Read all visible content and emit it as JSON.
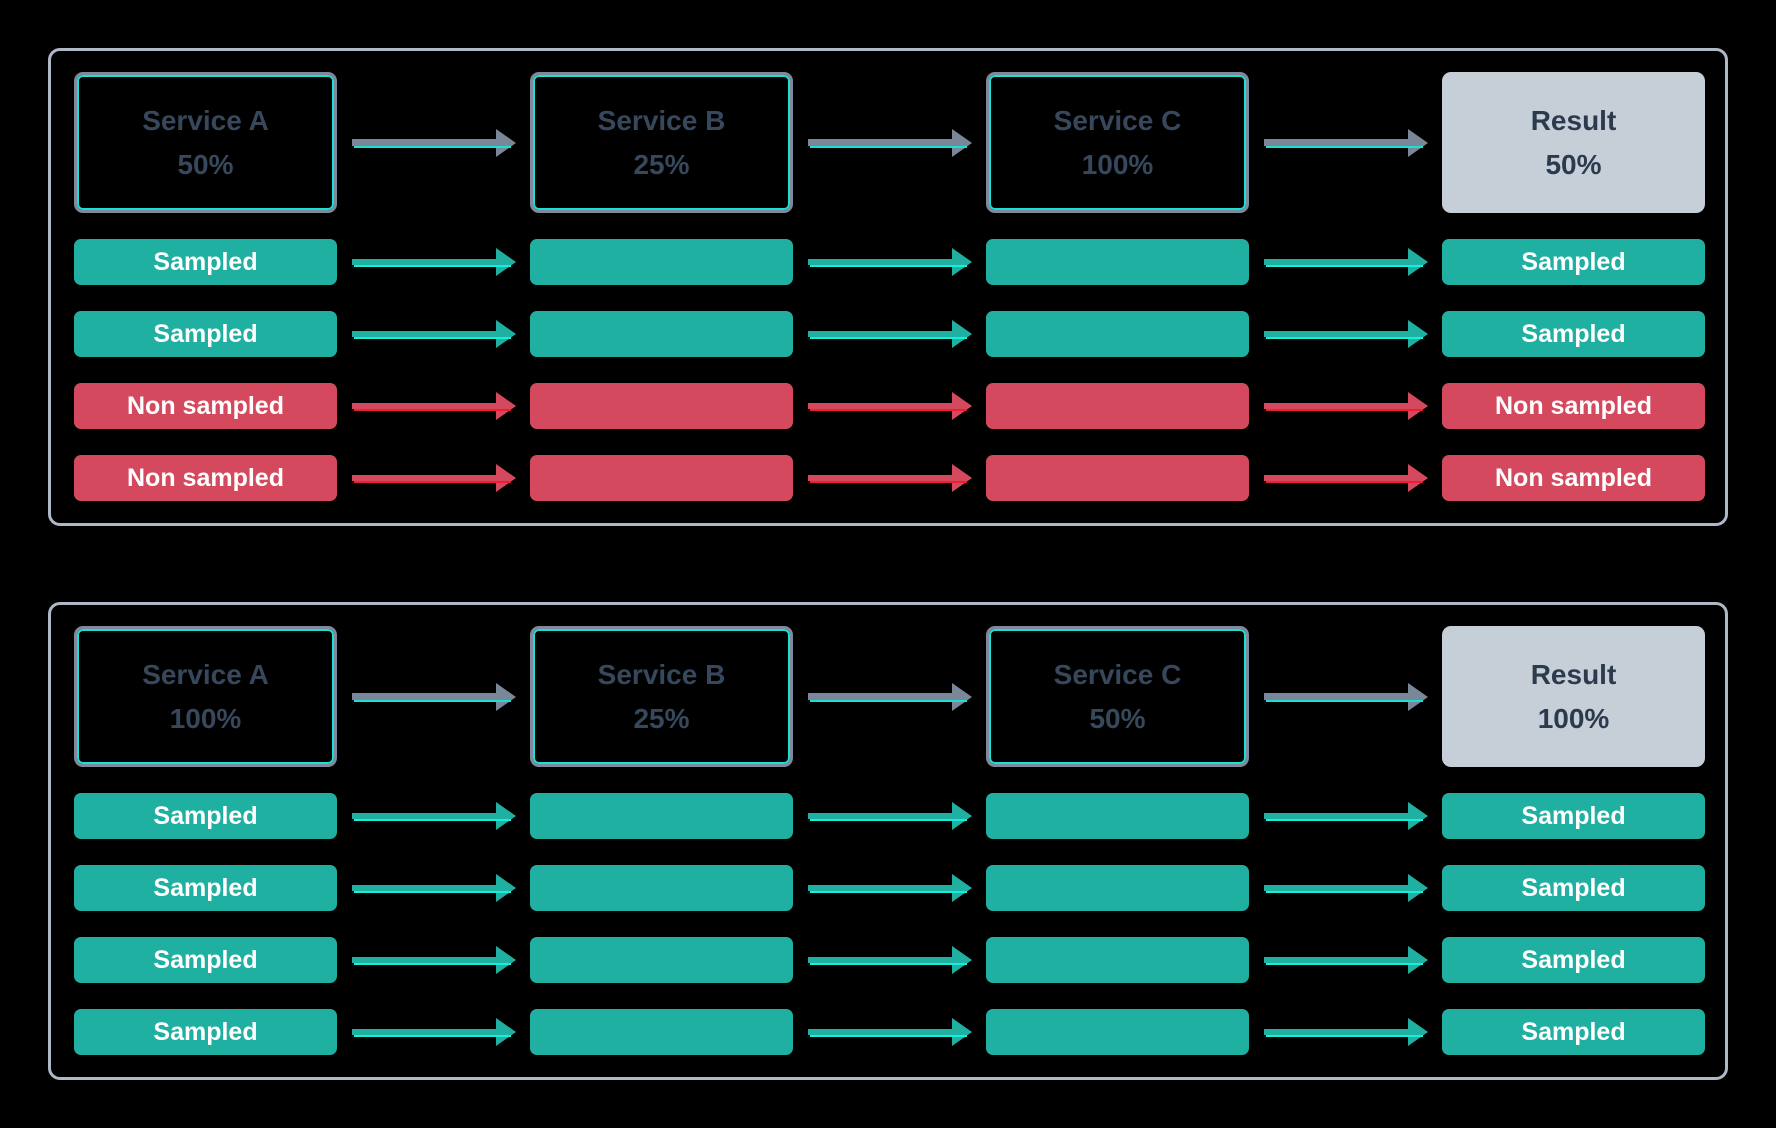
{
  "colors": {
    "background": "#000000",
    "panel_border": "#AEB8C6",
    "service_box_border": "#7E8A9B",
    "service_box_text": "#37485C",
    "accent_teal": "#19E0D2",
    "accent_teal_bright": "#15EFDC",
    "accent_red": "#EF1E31",
    "arrow_gray": "#7A8798",
    "sampled": "#20B0A2",
    "non_sampled": "#D4495E",
    "result_bg": "#C6CFD8",
    "result_text": "#2B3A4D",
    "row_text": "#FFFFFF"
  },
  "panels": [
    {
      "services": [
        {
          "name": "Service A",
          "rate": "50%"
        },
        {
          "name": "Service B",
          "rate": "25%"
        },
        {
          "name": "Service C",
          "rate": "100%"
        }
      ],
      "result": {
        "name": "Result",
        "rate": "50%"
      },
      "rows": [
        {
          "label": "Sampled",
          "status": "sampled"
        },
        {
          "label": "Sampled",
          "status": "sampled"
        },
        {
          "label": "Non sampled",
          "status": "non-sampled"
        },
        {
          "label": "Non sampled",
          "status": "non-sampled"
        }
      ]
    },
    {
      "services": [
        {
          "name": "Service A",
          "rate": "100%"
        },
        {
          "name": "Service B",
          "rate": "25%"
        },
        {
          "name": "Service C",
          "rate": "50%"
        }
      ],
      "result": {
        "name": "Result",
        "rate": "100%"
      },
      "rows": [
        {
          "label": "Sampled",
          "status": "sampled"
        },
        {
          "label": "Sampled",
          "status": "sampled"
        },
        {
          "label": "Sampled",
          "status": "sampled"
        },
        {
          "label": "Sampled",
          "status": "sampled"
        }
      ]
    }
  ]
}
